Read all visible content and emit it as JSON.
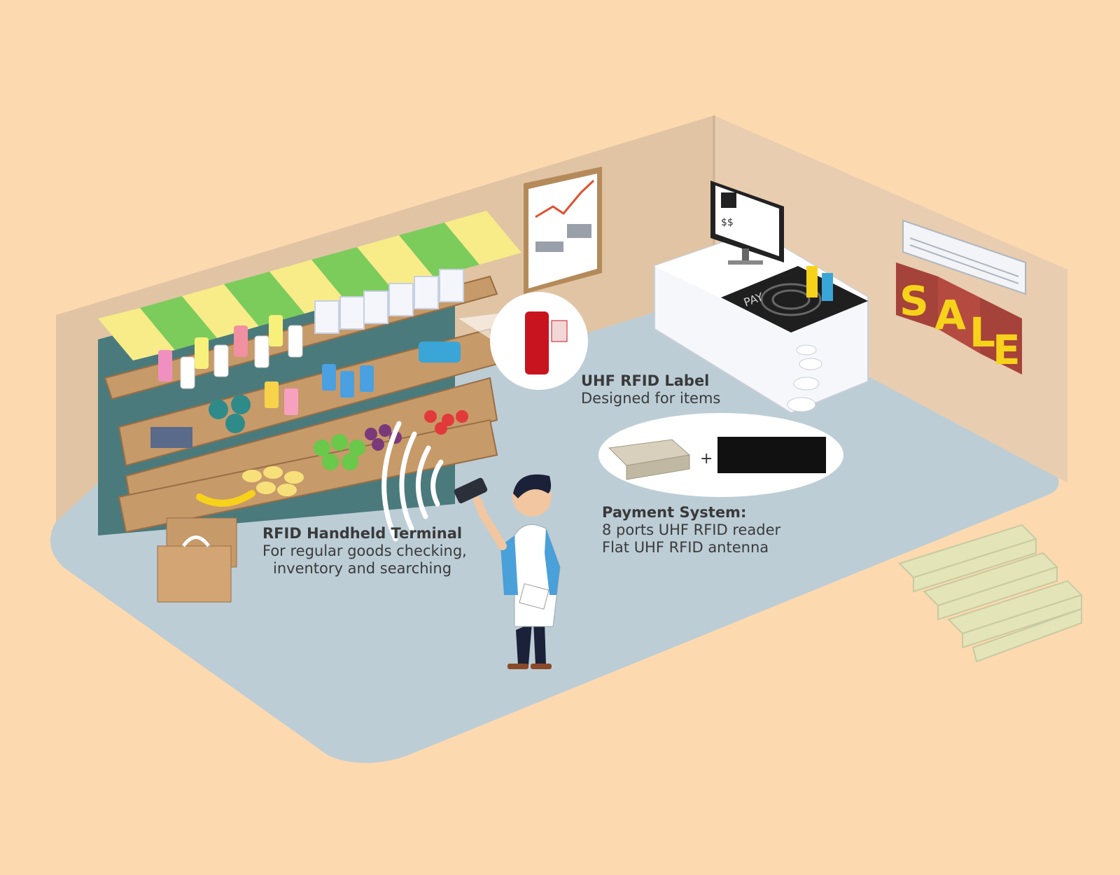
{
  "labels": {
    "rfid_tag": {
      "title": "UHF RFID Label",
      "subtitle": "Designed for items"
    },
    "payment": {
      "title": "Payment System:",
      "line1": "8 ports UHF RFID reader",
      "line2": "Flat UHF RFID antenna"
    },
    "handheld": {
      "title": "RFID Handheld Terminal",
      "line1": "For regular goods checking,",
      "line2": "inventory and searching"
    }
  },
  "sign": {
    "sale": [
      "S",
      "A",
      "L",
      "E"
    ]
  },
  "counter": {
    "pay_text": "PAY",
    "monitor_price": "$$"
  },
  "equipment": {
    "plus_sign": "+"
  },
  "colors": {
    "background": "#fdd9b0",
    "floor": "#bccdd6",
    "wall": "#e0c4a4",
    "shelf_wood": "#c79a6a",
    "shelf_back": "#4a7a7c",
    "awning_green": "#7ccc5c",
    "awning_yellow": "#f7ec88",
    "sale_sign": "#a5423a",
    "sale_letters": "#f7d21a"
  }
}
